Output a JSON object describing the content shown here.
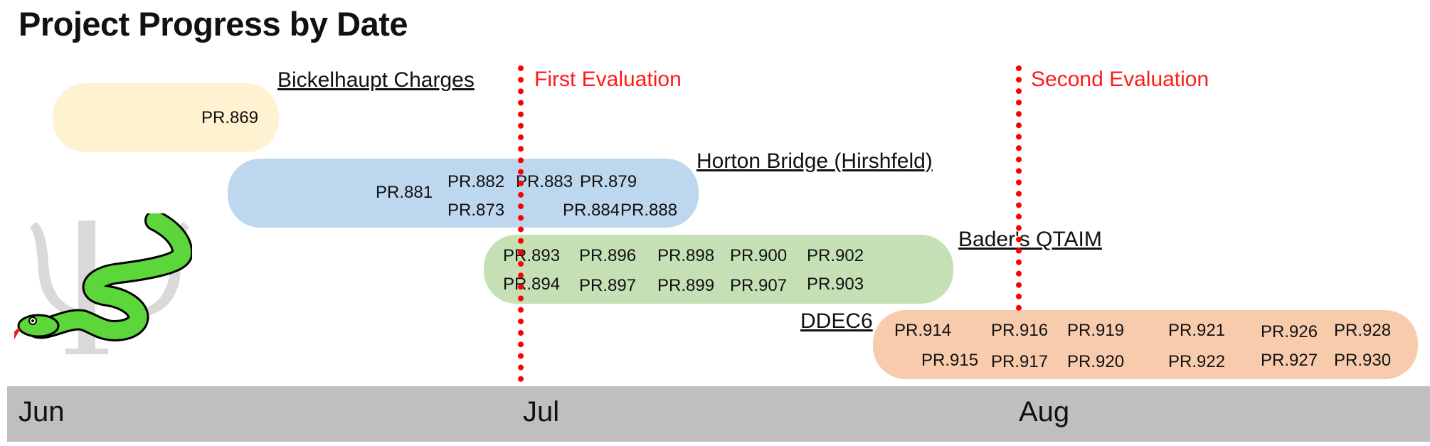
{
  "title": "Project Progress by Date",
  "colors": {
    "bickelhaupt": "#fef2d0",
    "horton": "#bdd7ee",
    "bader": "#c5e0b4",
    "ddec6": "#f8cbad",
    "evaluation": "#ff0000",
    "timeline": "#bfbfbf",
    "logo_snake": "#5cd63a",
    "logo_psi": "#d9d9d9"
  },
  "evaluations": {
    "first": "First Evaluation",
    "second": "Second Evaluation"
  },
  "months": [
    "Jun",
    "Jul",
    "Aug"
  ],
  "bands": {
    "bickelhaupt": {
      "label": "Bickelhaupt Charges",
      "prs": [
        "PR.869"
      ]
    },
    "horton": {
      "label": "Horton Bridge (Hirshfeld)",
      "prs": [
        "PR.881",
        "PR.882",
        "PR.883",
        "PR.879",
        "PR.873",
        "PR.884",
        "PR.888"
      ]
    },
    "bader": {
      "label": "Bader's QTAIM",
      "prs": [
        "PR.893",
        "PR.896",
        "PR.898",
        "PR.900",
        "PR.902",
        "PR.894",
        "PR.897",
        "PR.899",
        "PR.907",
        "PR.903"
      ]
    },
    "ddec6": {
      "label": "DDEC6",
      "prs": [
        "PR.914",
        "PR.916",
        "PR.919",
        "PR.921",
        "PR.926",
        "PR.928",
        "PR.915",
        "PR.917",
        "PR.920",
        "PR.922",
        "PR.927",
        "PR.930"
      ]
    }
  },
  "logo": {
    "icon": "python-snake-psi-logo"
  }
}
